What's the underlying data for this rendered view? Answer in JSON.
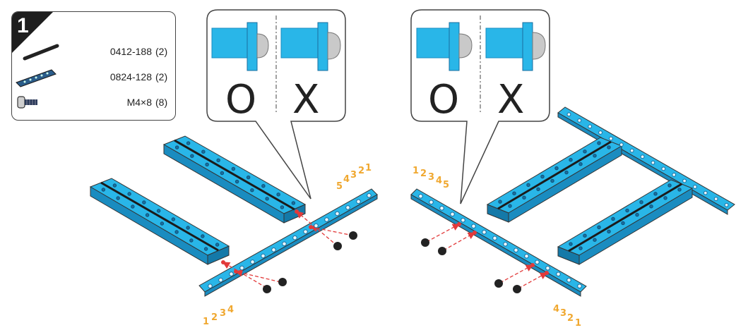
{
  "step": {
    "number": "1"
  },
  "parts": [
    {
      "icon": "beam-0412-icon",
      "code": "0412-188",
      "qty": "(2)"
    },
    {
      "icon": "beam-0824-icon",
      "code": "0824-128",
      "qty": "(2)"
    },
    {
      "icon": "screw-icon",
      "code": "M4×8",
      "qty": "(8)"
    }
  ],
  "callouts": [
    {
      "correct": "O",
      "wrong": "X"
    },
    {
      "correct": "O",
      "wrong": "X"
    }
  ],
  "hole_labels": {
    "left_top": [
      "5",
      "4",
      "3",
      "2",
      "1"
    ],
    "left_bottom": [
      "1",
      "2",
      "3",
      "4"
    ],
    "right_top": [
      "1",
      "2",
      "3",
      "4",
      "5"
    ],
    "right_bottom": [
      "4",
      "3",
      "2",
      "1"
    ]
  },
  "colors": {
    "beam": "#29b6e8",
    "beam_dark": "#1a8cc0",
    "arrow": "#e23a3a",
    "label": "#f0a830",
    "outline": "#333333"
  }
}
